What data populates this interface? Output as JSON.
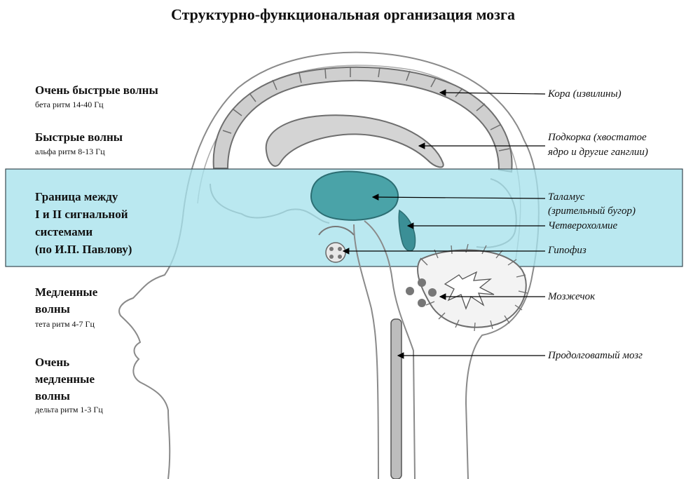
{
  "title": "Структурно-функциональная организация мозга",
  "waves": [
    {
      "title": "Очень быстрые волны",
      "subtitle": "бета ритм 14-40 Гц"
    },
    {
      "title": "Быстрые волны",
      "subtitle": "альфа ритм 8-13 Гц"
    },
    {
      "title_lines": [
        "Медленные",
        "волны"
      ],
      "subtitle": "тета ритм 4-7 Гц"
    },
    {
      "title_lines": [
        "Очень",
        "медленные",
        "волны"
      ],
      "subtitle": "дельта ритм 1-3 Гц"
    }
  ],
  "border_band": {
    "lines": [
      "Граница между",
      "I и II сигнальной",
      "системами",
      "(по И.П. Павлову)"
    ],
    "color": "#a6e1ec"
  },
  "labels": {
    "cortex": "Кора (извилины)",
    "subcortex_1": "Подкорка (хвостатое",
    "subcortex_2": "ядро и другие ганглии)",
    "thalamus_1": "Таламус",
    "thalamus_2": "(зрительный бугор)",
    "quadrigemina": "Четверохолмие",
    "pituitary": "Гипофиз",
    "cerebellum": "Мозжечок",
    "medulla": "Продолговатый мозг"
  },
  "colors": {
    "thalamus_fill": "#4aa3a8",
    "tissue_fill": "#cfcfcf",
    "outline": "#777777"
  }
}
